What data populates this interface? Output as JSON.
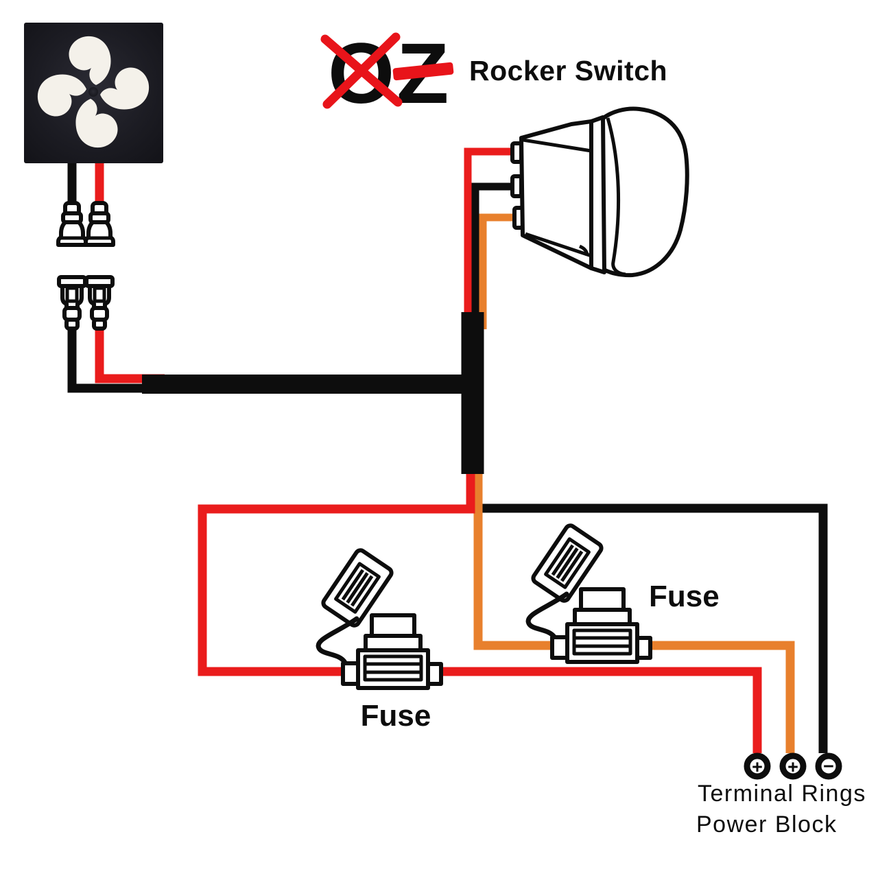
{
  "colors": {
    "red": "#ea1c1c",
    "orange": "#e8802d",
    "wire_black": "#0d0d0d",
    "ink": "#0d0d0d",
    "logo_red": "#e8141a",
    "fan_bg": "#17171d",
    "fan_bg_light": "#2b2b34",
    "fan_blade": "#f4f1ea"
  },
  "logo": {
    "letter_o": "O",
    "letter_z": "Z",
    "title": "Rocker Switch"
  },
  "labels": {
    "fuse_left": "Fuse",
    "fuse_right": "Fuse",
    "terminal_line1": "Terminal Rings",
    "terminal_line2": "Power Block"
  },
  "terminals": [
    {
      "symbol": "+",
      "wire": "red"
    },
    {
      "symbol": "+",
      "wire": "orange"
    },
    {
      "symbol": "−",
      "wire": "black"
    }
  ],
  "wire_runs": [
    {
      "color": "black",
      "path": "fan → bullet connectors → harness wrap"
    },
    {
      "color": "red",
      "path": "fan → bullet connectors → harness wrap"
    },
    {
      "color": "red",
      "path": "rocker switch top terminal → harness wrap"
    },
    {
      "color": "black",
      "path": "rocker switch middle terminal → harness wrap"
    },
    {
      "color": "orange",
      "path": "rocker switch bottom terminal → harness wrap"
    },
    {
      "color": "red",
      "path": "harness wrap → left fuse → + terminal ring"
    },
    {
      "color": "orange",
      "path": "harness wrap → right fuse → + terminal ring"
    },
    {
      "color": "black",
      "path": "harness wrap → − terminal ring"
    }
  ]
}
